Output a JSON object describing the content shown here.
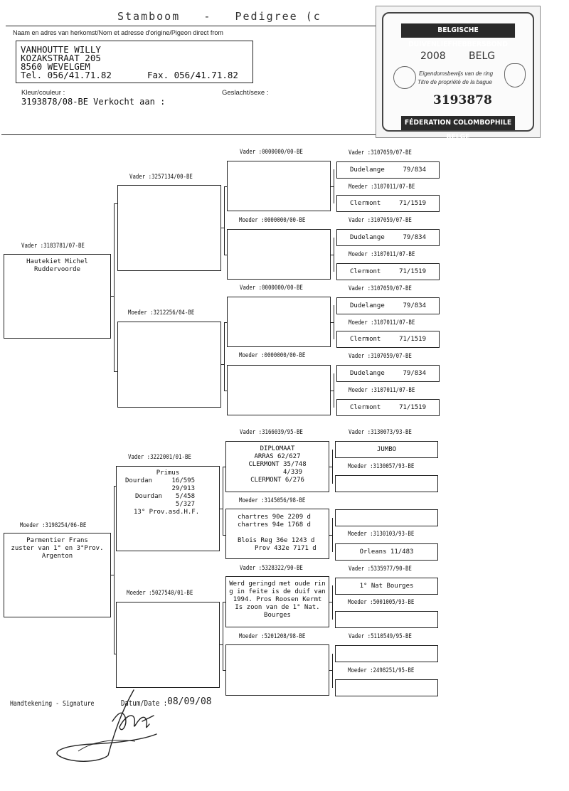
{
  "header": {
    "title": "Stamboom   -   Pedigree (c",
    "origin_label": "Naam en adres van herkomst/Nom et adresse d'origine/Pigeon direct from",
    "owner": {
      "name": "VANHOUTTE WILLY",
      "street": "KOZAKSTRAAT 205",
      "city": "8560 WEVELGEM",
      "tel": "Tel. 056/41.71.82",
      "fax": "Fax. 056/41.71.82"
    },
    "color_label": "Kleur/couleur :",
    "sex_label": "Geslacht/sexe :",
    "ring_line": "3193878/08-BE Verkocht aan :"
  },
  "stamp": {
    "top_banner": "BELGISCHE DUIVENLIEFHEBBERSBOND",
    "year": "2008",
    "country": "BELG",
    "line1": "Eigendomsbewijs van de ring",
    "line2": "Titre de propriété de la bague",
    "ring_number": "3193878",
    "bottom_banner": "FÉDERATION COLOMBOPHILE BELGE"
  },
  "gen1": {
    "father_label": "Vader  :3183781/07-BE",
    "father_text": [
      "Hautekiet Michel",
      "Ruddervoorde"
    ],
    "mother_label": "Moeder :3198254/06-BE",
    "mother_text": [
      "Parmentier Frans",
      "zuster van 1° en 3°Prov.",
      "Argenton"
    ]
  },
  "gen2": {
    "ff_label": "Vader  :3257134/00-BE",
    "fm_label": "Moeder :3212256/04-BE",
    "mf_label": "Vader  :3222001/01-BE",
    "mf_title": "Primus",
    "mf_results": [
      [
        "Dourdan",
        "16/595"
      ],
      [
        "",
        "29/913"
      ],
      [
        "Dourdan",
        "5/458"
      ],
      [
        "",
        "5/327"
      ]
    ],
    "mf_note": "13° Prov.asd.H.F.",
    "mm_label": "Moeder :5027540/01-BE"
  },
  "gen3": {
    "g1_label": "Vader  :0000000/00-BE",
    "g2_label": "Moeder :0000000/00-BE",
    "g3_label": "Vader  :0000000/00-BE",
    "g4_label": "Moeder :0000000/00-BE",
    "g5_label": "Vader  :3166039/95-BE",
    "g5_text": [
      "DIPLOMAAT",
      "ARRAS 62/627",
      "CLERMONT 35/748",
      "4/339",
      "CLERMONT 6/276"
    ],
    "g6_label": "Moeder :3145056/98-BE",
    "g6_text": [
      "chartres 90e  2209 d",
      "chartres 94e  1768 d",
      "",
      "Blois Reg  36e  1243 d",
      "Prov 432e  7171 d"
    ],
    "g7_label": "Vader  :5328322/90-BE",
    "g7_text": [
      "Werd geringd met oude rin",
      "g in feite is de duif van",
      "1994. Pros Roosen Kermt",
      "Is zoon van de 1° Nat.",
      "Bourges"
    ],
    "g8_label": "Moeder :5201208/98-BE"
  },
  "gen4": {
    "vader_label": "Vader  :3107059/07-BE",
    "vader_text": "Dudelange",
    "vader_result": "79/834",
    "moeder_label": "Moeder :3107011/07-BE",
    "moeder_text": "Clermont",
    "moeder_result": "71/1519",
    "h5_vader_label": "Vader  :3130073/93-BE",
    "h5_vader_text": "JUMBO",
    "h5_moeder_label": "Moeder :3130057/93-BE",
    "h6_moeder_label": "Moeder :3130103/93-BE",
    "h6_moeder_text": "Orleans 11/483",
    "h7_vader_label": "Vader  :5335977/90-BE",
    "h7_vader_text": "1° Nat Bourges",
    "h7_moeder_label": "Moeder :5001005/93-BE",
    "h8_vader_label": "Vader  :5110549/95-BE",
    "h8_moeder_label": "Moeder :2498251/95-BE"
  },
  "footer": {
    "signature_label": "Handtekening - Signature",
    "date_label": "Datum/Date :",
    "date_value": "08/09/08"
  }
}
